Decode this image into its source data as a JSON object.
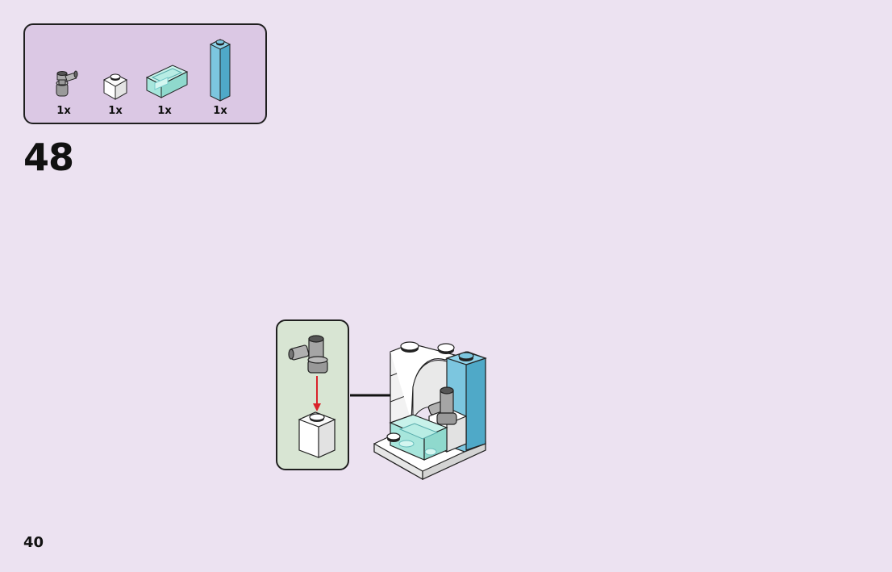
{
  "parts_list": {
    "items": [
      {
        "icon": "gray-faucet-bar-piece-icon",
        "qty": "1x"
      },
      {
        "icon": "white-1x1-brick-icon",
        "qty": "1x"
      },
      {
        "icon": "trans-light-blue-bathtub-piece-icon",
        "qty": "1x"
      },
      {
        "icon": "light-blue-1x1x5-brick-icon",
        "qty": "1x"
      }
    ]
  },
  "step": {
    "number": "48"
  },
  "page": {
    "number": "40"
  },
  "colors": {
    "page_background": "#ece2f1",
    "parts_box": "#dbc8e4",
    "sub_assembly_box": "#d8e5d3",
    "arrow_red": "#d9232b",
    "brick_light_blue": "#6ab8d4",
    "brick_trans_light_blue": "#a7e6dc"
  }
}
